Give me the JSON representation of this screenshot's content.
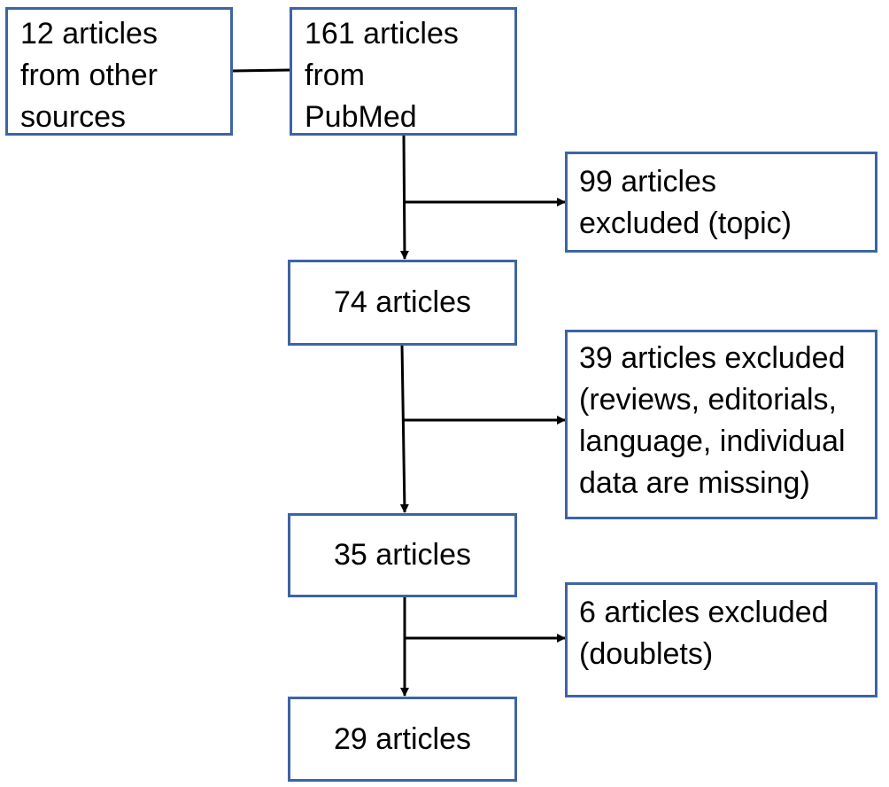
{
  "boxes": {
    "other_sources": {
      "lines": [
        "12 articles",
        "from other",
        "sources"
      ]
    },
    "pubmed": {
      "lines": [
        "161 articles",
        "from",
        "PubMed"
      ]
    },
    "excluded_topic": {
      "lines": [
        "99 articles",
        "excluded (topic)"
      ]
    },
    "after_topic": {
      "lines": [
        "74 articles"
      ]
    },
    "excluded_reviews": {
      "lines": [
        "39 articles excluded",
        "(reviews, editorials,",
        "language, individual",
        "data are missing)"
      ]
    },
    "after_reviews": {
      "lines": [
        "35 articles"
      ]
    },
    "excluded_doublets": {
      "lines": [
        "6 articles excluded",
        "(doublets)"
      ]
    },
    "final": {
      "lines": [
        "29 articles"
      ]
    }
  },
  "colors": {
    "box_border": "#3d64a4",
    "connector": "#000000",
    "text": "#000000"
  }
}
